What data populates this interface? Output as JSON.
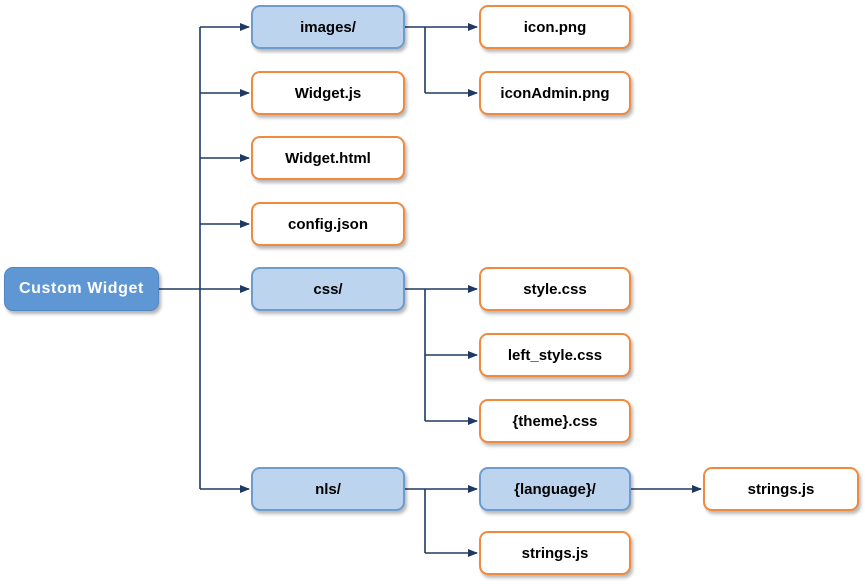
{
  "root": {
    "label": "Custom Widget"
  },
  "nodes": {
    "images": "images/",
    "icon_png": "icon.png",
    "icon_admin_png": "iconAdmin.png",
    "widget_js": "Widget.js",
    "widget_html": "Widget.html",
    "config_json": "config.json",
    "css": "css/",
    "style_css": "style.css",
    "left_style_css": "left_style.css",
    "theme_css": "{theme}.css",
    "nls": "nls/",
    "language": "{language}/",
    "lang_strings_js": "strings.js",
    "nls_strings_js": "strings.js"
  },
  "colors": {
    "root_fill": "#5f97d4",
    "folder_fill": "#bcd4ee",
    "folder_border": "#6f9ccf",
    "file_border": "#ef8a3e",
    "connector": "#1f3864"
  }
}
